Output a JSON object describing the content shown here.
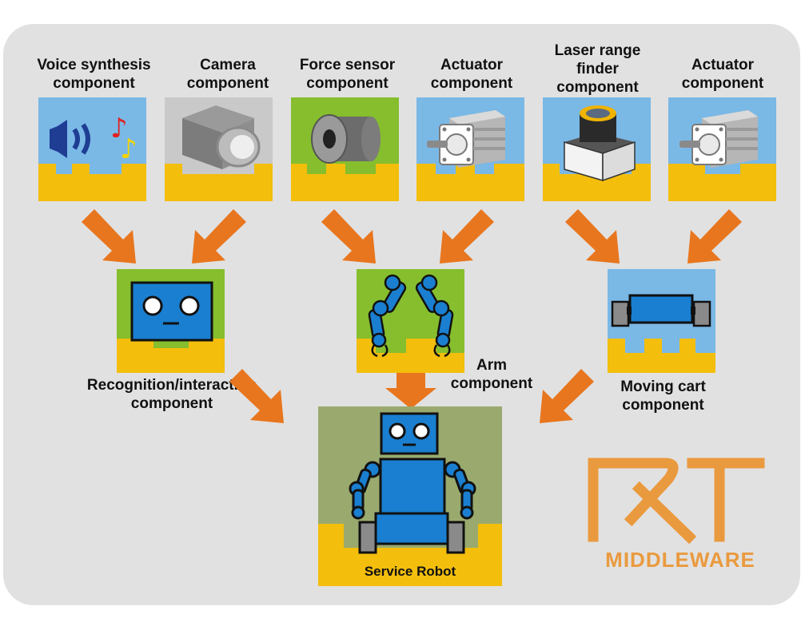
{
  "diagram": {
    "components": {
      "voice": "Voice synthesis\ncomponent",
      "camera": "Camera\ncomponent",
      "force": "Force sensor\ncomponent",
      "actuator1": "Actuator\ncomponent",
      "laser": "Laser range\nfinder\ncomponent",
      "actuator2": "Actuator\ncomponent"
    },
    "composites": {
      "recognition": "Recognition/interaction\ncomponent",
      "arm": "Arm\ncomponent",
      "cart": "Moving cart\ncomponent"
    },
    "robot": "Service Robot",
    "logo": {
      "mark": "RT",
      "subtitle": "MIDDLEWARE"
    }
  },
  "colors": {
    "panel": "#e1e1e1",
    "arrow": "#e8761e",
    "tile_sky": "#7ab8e6",
    "tile_gray": "#c9c9c9",
    "tile_green": "#86be2e",
    "robot_bg": "#9aaa6e",
    "base_yellow": "#f3be0c",
    "robot_blue": "#1a7fd0",
    "logo": "#ea9a3e"
  }
}
